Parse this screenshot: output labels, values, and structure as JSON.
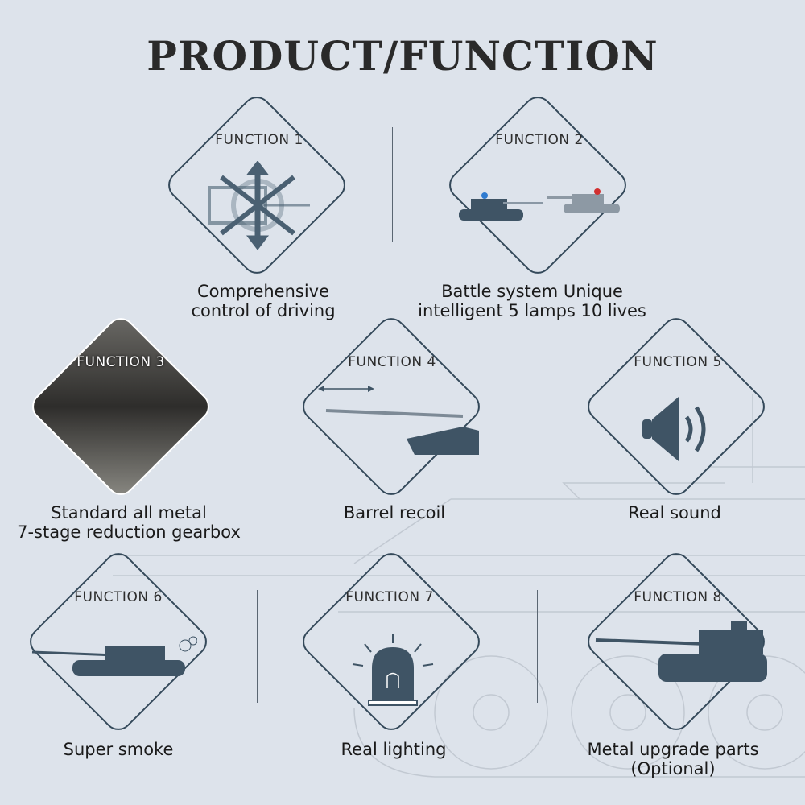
{
  "title": "PRODUCT/FUNCTION",
  "functions": [
    {
      "tag": "FUNCTION 1",
      "caption": [
        "Comprehensive",
        "control of driving"
      ],
      "icon": "movement-arrows-icon"
    },
    {
      "tag": "FUNCTION 2",
      "caption": [
        "Battle system Unique",
        "intelligent 5 lamps 10 lives"
      ],
      "icon": "tank-battle-icon"
    },
    {
      "tag": "FUNCTION 3",
      "caption": [
        "Standard all metal",
        "7-stage  reduction gearbox"
      ],
      "icon": "gearbox-photo"
    },
    {
      "tag": "FUNCTION 4",
      "caption": [
        "Barrel recoil"
      ],
      "icon": "barrel-recoil-icon"
    },
    {
      "tag": "FUNCTION 5",
      "caption": [
        "Real sound"
      ],
      "icon": "speaker-icon"
    },
    {
      "tag": "FUNCTION 6",
      "caption": [
        "Super smoke"
      ],
      "icon": "smoke-tank-icon"
    },
    {
      "tag": "FUNCTION 7",
      "caption": [
        "Real lighting"
      ],
      "icon": "light-bulb-icon"
    },
    {
      "tag": "FUNCTION 8",
      "caption": [
        "Metal upgrade parts",
        "(Optional)"
      ],
      "icon": "tank-icon"
    }
  ],
  "colors": {
    "background": "#dde3eb",
    "stroke": "#34495a",
    "icon": "#3f5465"
  }
}
